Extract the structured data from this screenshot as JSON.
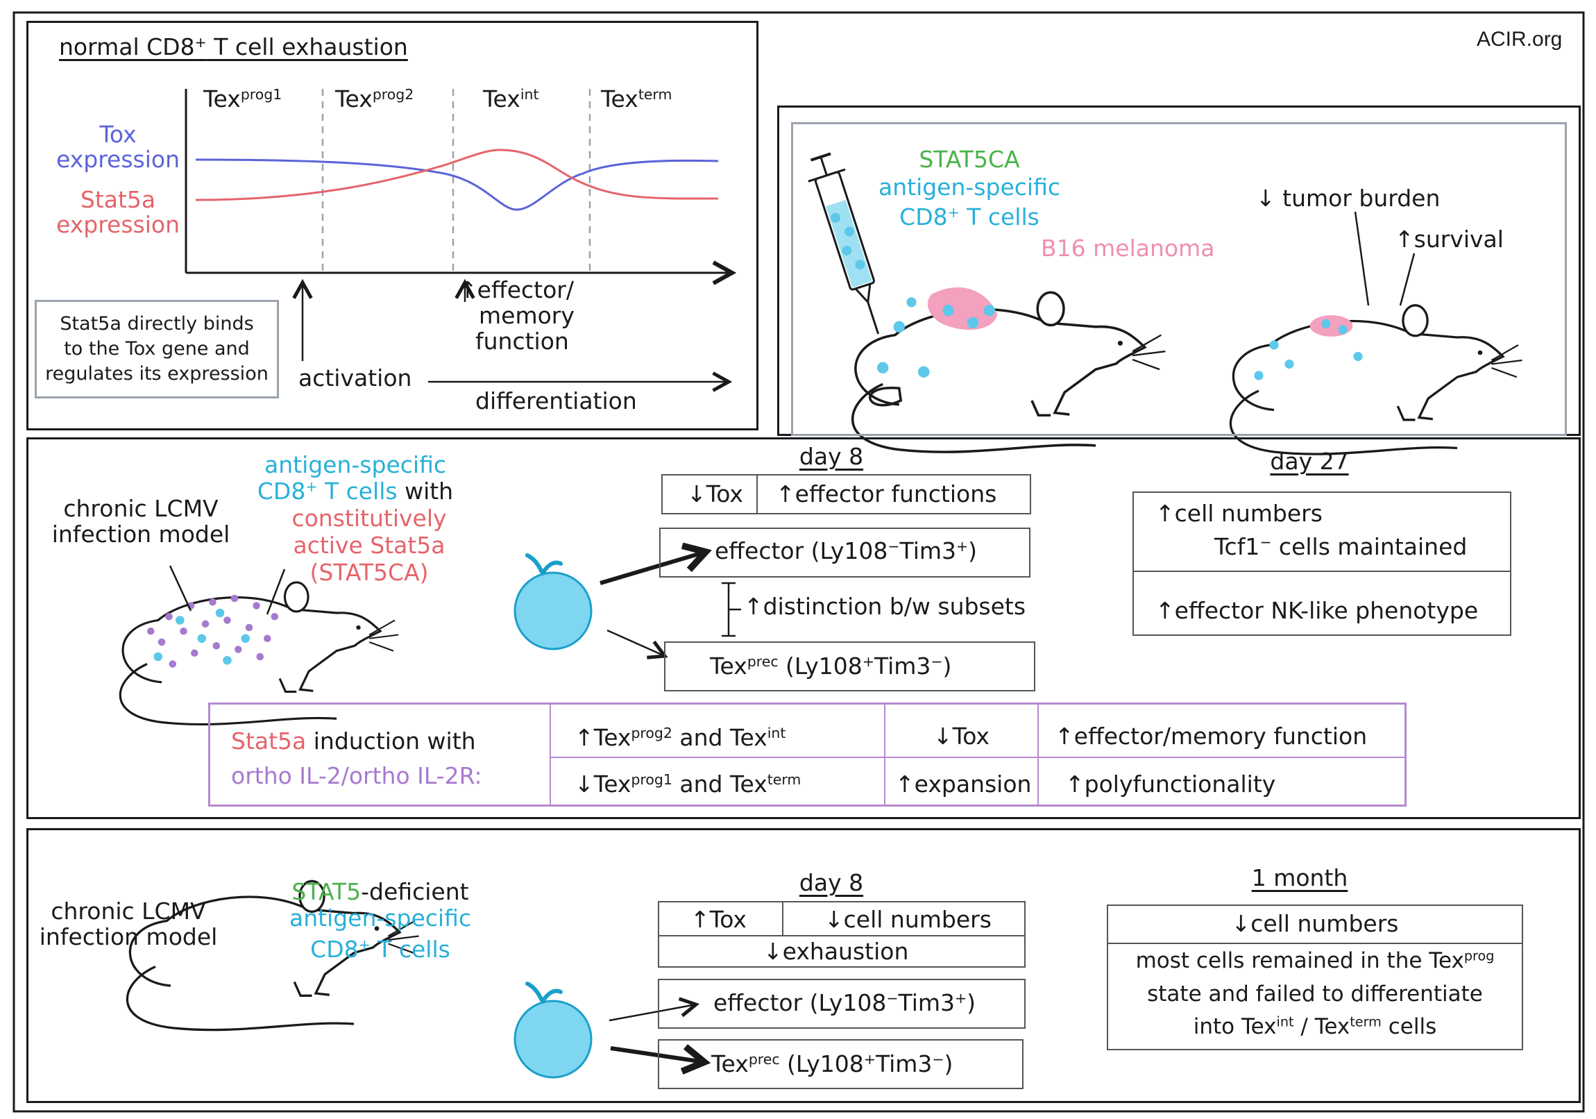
{
  "site": "ACIR.org",
  "panel_normal": {
    "title": "normal CD8",
    "title_sup": "+",
    "title_rest": " T cell exhaustion",
    "stages": [
      {
        "base": "Tex",
        "sup": "prog1"
      },
      {
        "base": "Tex",
        "sup": "prog2"
      },
      {
        "base": "Tex",
        "sup": "int"
      },
      {
        "base": "Tex",
        "sup": "term"
      }
    ],
    "tox_label_1": "Tox",
    "tox_label_2": "expression",
    "stat_label_1": "Stat5a",
    "stat_label_2": "expression",
    "effector_1": "↑effector/",
    "effector_2": "memory",
    "effector_3": "function",
    "note_1": "Stat5a directly binds",
    "note_2": "to the Tox gene and",
    "note_3": "regulates its expression",
    "activation": "activation",
    "differentiation": "differentiation",
    "colors": {
      "tox": "#5b63d9",
      "stat5a": "#e5646a"
    }
  },
  "panel_tumor": {
    "stat5ca": "STAT5CA",
    "ag_specific": "antigen-specific",
    "cd8_base": "CD8",
    "cd8_sup": "+",
    "cd8_rest": " T cells",
    "b16": "B16 melanoma",
    "tumor_burden": "↓ tumor burden",
    "survival": "↑survival"
  },
  "panel_lcmv": {
    "model_1": "chronic LCMV",
    "model_2": "infection model",
    "ag_specific": "antigen-specific",
    "cd8_base": "CD8",
    "cd8_sup": "+",
    "cd8_rest": " T cells",
    "with": " with",
    "active_1": "constitutively",
    "active_2": "active Stat5a",
    "active_3": "(STAT5CA)",
    "day8": "day 8",
    "tox_down": "↓Tox",
    "effector_up": "↑effector functions",
    "effector_subset": "effector (Ly108",
    "effector_subset_s1": "−",
    "effector_subset_m": "Tim3",
    "effector_subset_s2": "+",
    "effector_subset_end": ")",
    "distinction": "↑distinction b/w subsets",
    "texprec_base": "Tex",
    "texprec_sup": "prec",
    "texprec_rest": " (Ly108",
    "texprec_s1": "+",
    "texprec_m": "Tim3",
    "texprec_s2": "−",
    "texprec_end": ")",
    "day27": "day 27",
    "cell_numbers_up": "↑cell numbers",
    "tcf1": "Tcf1",
    "tcf1_sup": "−",
    "tcf1_rest": " cells maintained",
    "nk_like": "↑effector NK-like phenotype",
    "induction_red": "Stat5a",
    "induction_rest": " induction with",
    "ortho": "ortho IL-2/ortho IL-2R:",
    "row1_a_pre": "↑Tex",
    "row1_a_sup": "prog2",
    "row1_a_mid": " and Tex",
    "row1_a_sup2": "int",
    "row1_b": "↓Tox",
    "row1_c": "↑effector/memory function",
    "row2_a_pre": "↓Tex",
    "row2_a_sup": "prog1",
    "row2_a_mid": " and Tex",
    "row2_a_sup2": "term",
    "row2_b": "↑expansion",
    "row2_c": "↑polyfunctionality"
  },
  "panel_deficient": {
    "model_1": "chronic LCMV",
    "model_2": "infection model",
    "stat5": "STAT5",
    "deficient": "-deficient",
    "ag_specific": "antigen-specific",
    "cd8": "CD8",
    "cd8_sup": "+",
    "cd8_rest": " T cells",
    "day8": "day 8",
    "tox_up": "↑Tox",
    "cell_numbers_down": "↓cell numbers",
    "exhaustion_down": "↓exhaustion",
    "effector_subset": "effector (Ly108",
    "effector_s1": "−",
    "effector_m": "Tim3",
    "effector_s2": "+",
    "effector_end": ")",
    "texprec_base": "Tex",
    "texprec_sup": "prec",
    "texprec_rest": " (Ly108",
    "texprec_s1": "+",
    "texprec_m": "Tim3",
    "texprec_s2": "−",
    "texprec_end": ")",
    "month": "1 month",
    "cell_numbers_down2": "↓cell numbers",
    "most_1": "most cells remained in the Tex",
    "most_1_sup": "prog",
    "most_2": "state and failed to differentiate",
    "most_3a": "into Tex",
    "most_3_sup1": "int",
    "most_3b": " / Tex",
    "most_3_sup2": "term",
    "most_3c": " cells"
  }
}
